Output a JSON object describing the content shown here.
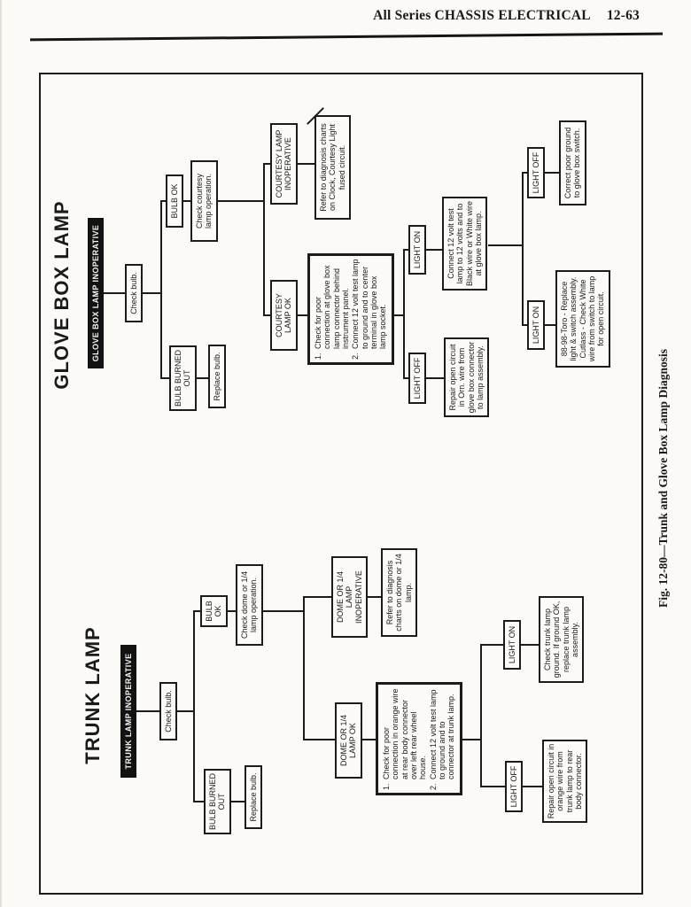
{
  "page_header": {
    "section": "All Series CHASSIS ELECTRICAL",
    "page_number": "12-63"
  },
  "figure_caption": "Fig. 12-80—Trunk and Glove Box Lamp Diagnosis",
  "colors": {
    "ink": "#1c1c1c",
    "paper": "#fbfaf7"
  },
  "charts": {
    "glove": {
      "title": "GLOVE BOX LAMP",
      "start": "GLOVE BOX LAMP INOPERATIVE",
      "check_bulb": "Check bulb.",
      "bulb_ok": "BULB OK",
      "bulb_burned_out": "BULB BURNED OUT",
      "replace_bulb": "Replace bulb.",
      "check_courtesy": "Check courtesy lamp operation.",
      "courtesy_inoperative": "COURTESY LAMP INOPERATIVE",
      "refer_courtesy": "Refer to diagnosis charts on Clock, Courtesy Light fused circuit.",
      "courtesy_ok": "COURTESY LAMP OK",
      "connection_steps": [
        {
          "num": "1.",
          "text": "Check for poor connection at glove box lamp connector behind instrument panel."
        },
        {
          "num": "2.",
          "text": "Connect 12 volt test lamp to ground and to center terminal in glove box lamp socket."
        }
      ],
      "light_on": "LIGHT ON",
      "light_off": "LIGHT OFF",
      "connect_test_lamp": "Connect 12 volt test lamp to 12 volts and to Black wire or White wire at glove box lamp.",
      "light_off_2": "LIGHT OFF",
      "correct_ground": "Correct poor ground to glove box switch.",
      "light_on_2": "LIGHT ON",
      "toro_replace": "88-98-Toro - Replace light & switch assembly. Cutlass - Check White wire from switch to lamp for open circuit.",
      "repair_orn": "Repair open circuit in Orn. wire from glove box connector to lamp assembly."
    },
    "trunk": {
      "title": "TRUNK LAMP",
      "start": "TRUNK LAMP INOPERATIVE",
      "check_bulb": "Check bulb.",
      "bulb_ok": "BULB OK",
      "bulb_burned_out": "BULB BURNED OUT",
      "replace_bulb": "Replace bulb.",
      "check_dome": "Check dome or 1/4 lamp operation.",
      "dome_inoperative": "DOME OR 1/4 LAMP INOPERATIVE",
      "refer_dome": "Refer to diagnosis charts on dome or 1/4 lamp.",
      "dome_ok": "DOME OR 1/4 LAMP OK",
      "connection_steps": [
        {
          "num": "1.",
          "text": "Check for poor connection in orange wire at rear body connector over left rear wheel house."
        },
        {
          "num": "2.",
          "text": "Connect 12 volt test lamp to ground and to connector at trunk lamp."
        }
      ],
      "light_on": "LIGHT ON",
      "check_trunk_ground": "Check trunk lamp ground.  If ground OK,  replace trunk lamp assembly.",
      "light_off": "LIGHT OFF",
      "repair_orange": "Repair open circuit in orange wire from trunk lamp to rear body connector."
    }
  }
}
